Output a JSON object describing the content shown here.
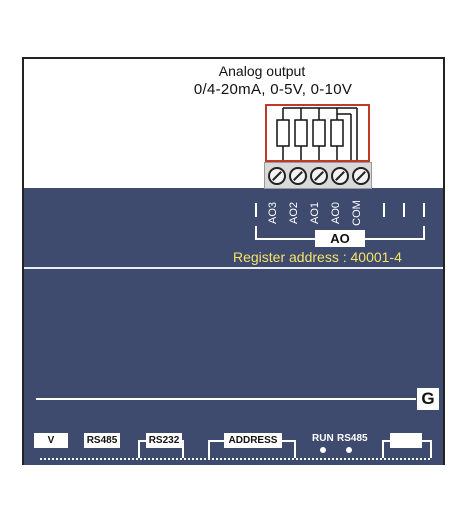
{
  "header": {
    "title": "Analog output",
    "ranges": "0/4-20mA, 0-5V, 0-10V"
  },
  "terminals": {
    "pins": [
      "AO3",
      "AO2",
      "AO1",
      "AO0",
      "COM"
    ],
    "group_label": "AO"
  },
  "register": {
    "text": "Register address : 40001-4"
  },
  "ground": {
    "label": "G"
  },
  "bottom": {
    "v_label": "V",
    "rs485_label": "RS485",
    "rs232_label": "RS232",
    "address_label": "ADDRESS",
    "run_label": "RUN",
    "rs485_led_label": "RS485"
  }
}
